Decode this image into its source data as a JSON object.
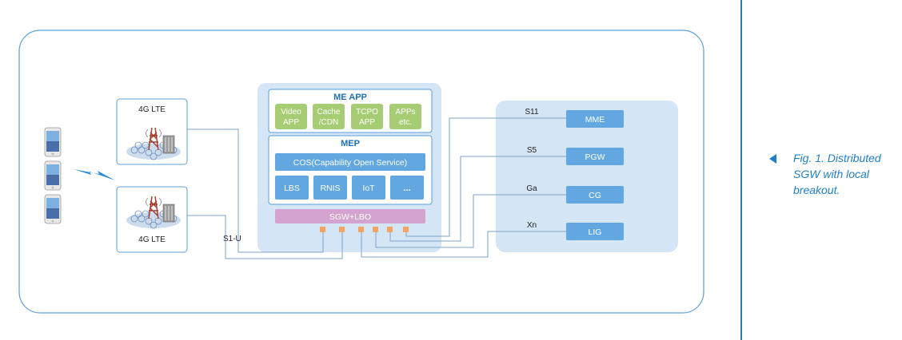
{
  "me_app": {
    "title": "ME APP",
    "apps": [
      {
        "line1": "Video",
        "line2": "APP"
      },
      {
        "line1": "Cache",
        "line2": "/CDN"
      },
      {
        "line1": "TCPO",
        "line2": "APP"
      },
      {
        "line1": "APPs",
        "line2": "etc."
      }
    ]
  },
  "mep": {
    "title": "MEP",
    "cos": "COS(Capability Open Service)",
    "services": [
      "LBS",
      "RNIS",
      "IoT",
      "..."
    ]
  },
  "sgw": "SGW+LBO",
  "base_stations": [
    "4G LTE",
    "4G LTE"
  ],
  "s1u": "S1-U",
  "core": {
    "interfaces": [
      "S11",
      "S5",
      "Ga",
      "Xn"
    ],
    "nodes": [
      "MME",
      "PGW",
      "CG",
      "LIG"
    ]
  },
  "caption": "Fig. 1. Distributed SGW with local breakout.",
  "colors": {
    "border": "#5aa0dc",
    "panel": "#d4e5f5",
    "blue_box": "#62a7e0",
    "green_box": "#a6cc74",
    "sgw_box": "#d4a3cf",
    "port": "#f4a460",
    "line": "#7ba3c8",
    "caption": "#1f7fc9"
  },
  "icons": [
    "smartphone-icon",
    "lightning-icon",
    "cell-tower-icon"
  ]
}
